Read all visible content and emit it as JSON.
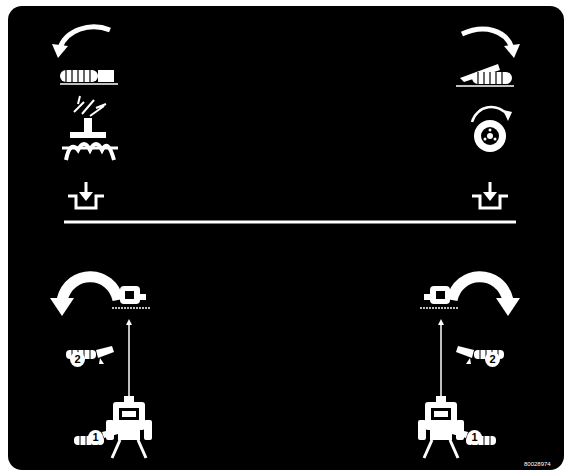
{
  "diagram": {
    "labels": [
      "2",
      "2",
      "1",
      "1",
      "80028974"
    ]
  }
}
